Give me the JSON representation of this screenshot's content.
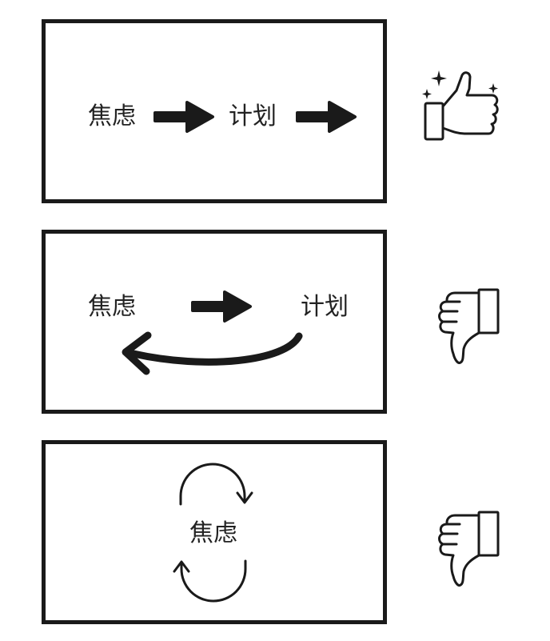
{
  "colors": {
    "ink": "#1a1a1a",
    "background": "#ffffff"
  },
  "panels": [
    {
      "id": "linear",
      "labels": {
        "anxiety": "焦虑",
        "plan": "计划"
      },
      "rating_icon": "thumbs-up-sparkle-icon"
    },
    {
      "id": "return-loop",
      "labels": {
        "anxiety": "焦虑",
        "plan": "计划"
      },
      "rating_icon": "thumbs-down-icon"
    },
    {
      "id": "self-loop",
      "labels": {
        "anxiety": "焦虑"
      },
      "rating_icon": "thumbs-down-icon"
    }
  ]
}
